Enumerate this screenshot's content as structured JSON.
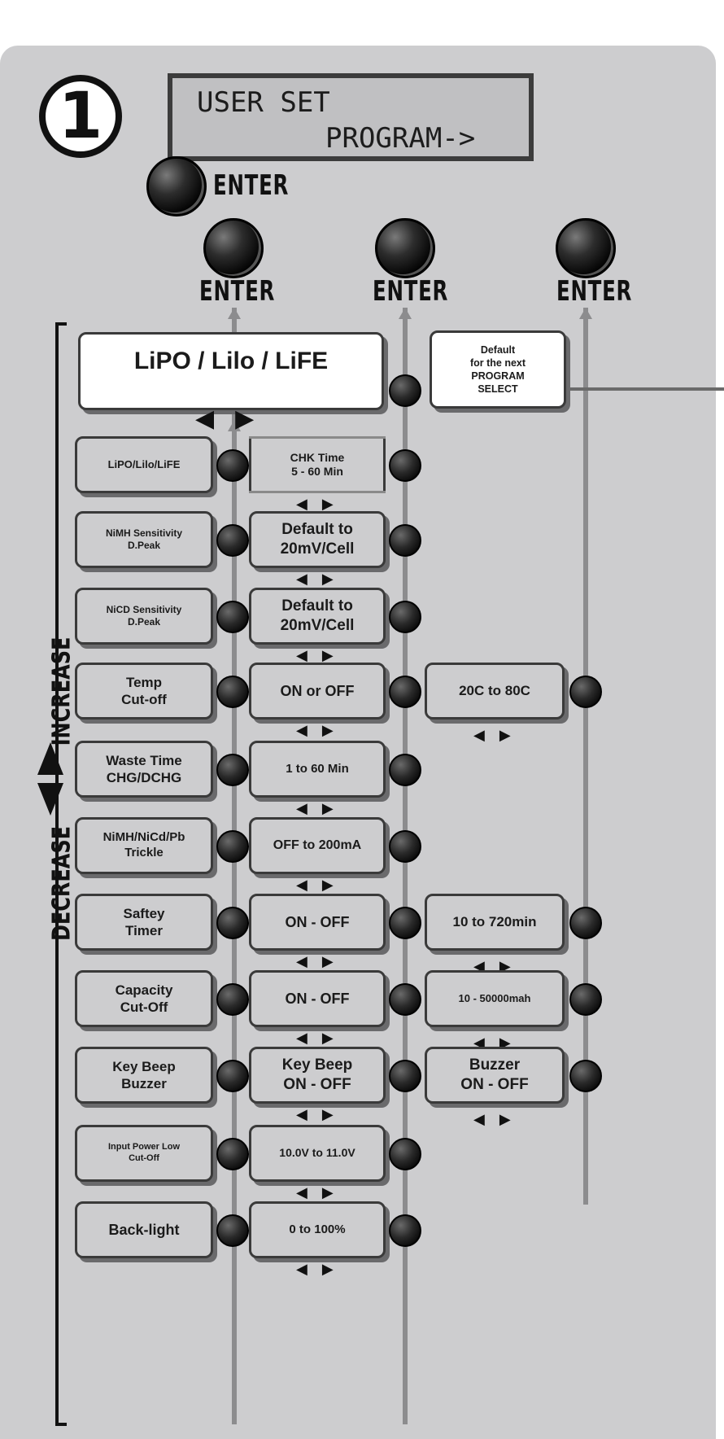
{
  "step_number": "1",
  "lcd": {
    "line1": "USER SET",
    "line2": "PROGRAM->"
  },
  "enter_label": "ENTER",
  "header": {
    "title": "LiPO / Lilo / LiFE"
  },
  "default_note": [
    "Default",
    "for the next",
    "PROGRAM",
    "SELECT"
  ],
  "side_labels": {
    "increase": "INCREASE",
    "decrease": "DECREASE"
  },
  "rows": [
    {
      "label": [
        "LiPO/Lilo/LiFE"
      ],
      "value": [
        "CHK Time",
        "5 - 60 Min"
      ],
      "extra": []
    },
    {
      "label": [
        "NiMH Sensitivity",
        "D.Peak"
      ],
      "value": [
        "Default to",
        "20mV/Cell"
      ],
      "extra": []
    },
    {
      "label": [
        "NiCD Sensitivity",
        "D.Peak"
      ],
      "value": [
        "Default to",
        "20mV/Cell"
      ],
      "extra": []
    },
    {
      "label": [
        "Temp",
        "Cut-off"
      ],
      "value": [
        "ON or OFF"
      ],
      "extra": [
        "20C to 80C"
      ]
    },
    {
      "label": [
        "Waste Time",
        "CHG/DCHG"
      ],
      "value": [
        "1 to 60 Min"
      ],
      "extra": []
    },
    {
      "label": [
        "NiMH/NiCd/Pb",
        "Trickle"
      ],
      "value": [
        "OFF to 200mA"
      ],
      "extra": []
    },
    {
      "label": [
        "Saftey",
        "Timer"
      ],
      "value": [
        "ON - OFF"
      ],
      "extra": [
        "10 to 720min"
      ]
    },
    {
      "label": [
        "Capacity",
        "Cut-Off"
      ],
      "value": [
        "ON - OFF"
      ],
      "extra": [
        "10 - 50000mah"
      ]
    },
    {
      "label": [
        "Key Beep",
        "Buzzer"
      ],
      "value": [
        "Key Beep",
        "ON - OFF"
      ],
      "extra": [
        "Buzzer",
        "ON - OFF"
      ]
    },
    {
      "label": [
        "Input Power Low",
        "Cut-Off"
      ],
      "value": [
        "10.0V to 11.0V"
      ],
      "extra": []
    },
    {
      "label": [
        "Back-light"
      ],
      "value": [
        "0 to 100%"
      ],
      "extra": []
    }
  ]
}
